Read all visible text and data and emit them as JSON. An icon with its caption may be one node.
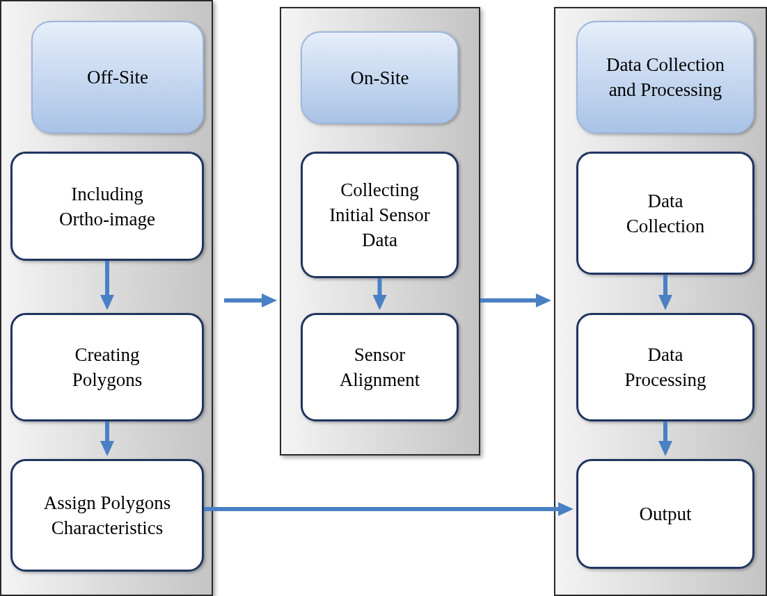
{
  "diagram": {
    "nodes": [
      {
        "text": [],
        "shape": "box"
      },
      {
        "text": [
          "Off-Site"
        ],
        "in": 0
      },
      {
        "text": [
          "Including Ortho-image"
        ],
        "in": 0
      },
      {
        "text": [
          "Creating Polygons"
        ],
        "in": 0
      },
      {
        "text": [
          "Assign Polygons Characteristics"
        ],
        "in": 0
      },
      {
        "text": [],
        "shape": "box"
      },
      {
        "text": [
          "On-Site"
        ],
        "in": 5
      },
      {
        "text": [
          "Collecting Initial Sensor Data"
        ],
        "in": 5
      },
      {
        "text": [
          "Sensor Alignment"
        ],
        "in": 5
      },
      {
        "text": [],
        "shape": "box"
      },
      {
        "text": [
          "Data Collection and Processing"
        ],
        "in": 9
      },
      {
        "text": [
          "Data Collection"
        ],
        "in": 9
      },
      {
        "text": [
          "Data Processing"
        ],
        "in": 9
      },
      {
        "text": [
          "Output"
        ],
        "in": 9
      }
    ],
    "edges": [
      {
        "from": 2,
        "to": 3,
        "arrow": "to"
      },
      {
        "from": 3,
        "to": 4,
        "arrow": "to"
      },
      {
        "from": 0,
        "to": 5,
        "arrow": "to"
      },
      {
        "from": 7,
        "to": 8,
        "arrow": "to"
      },
      {
        "from": 5,
        "to": 9,
        "arrow": "to"
      },
      {
        "from": 11,
        "to": 12,
        "arrow": "to"
      },
      {
        "from": 12,
        "to": 13,
        "arrow": "to"
      },
      {
        "from": 4,
        "to": 13,
        "arrow": "to"
      }
    ]
  }
}
